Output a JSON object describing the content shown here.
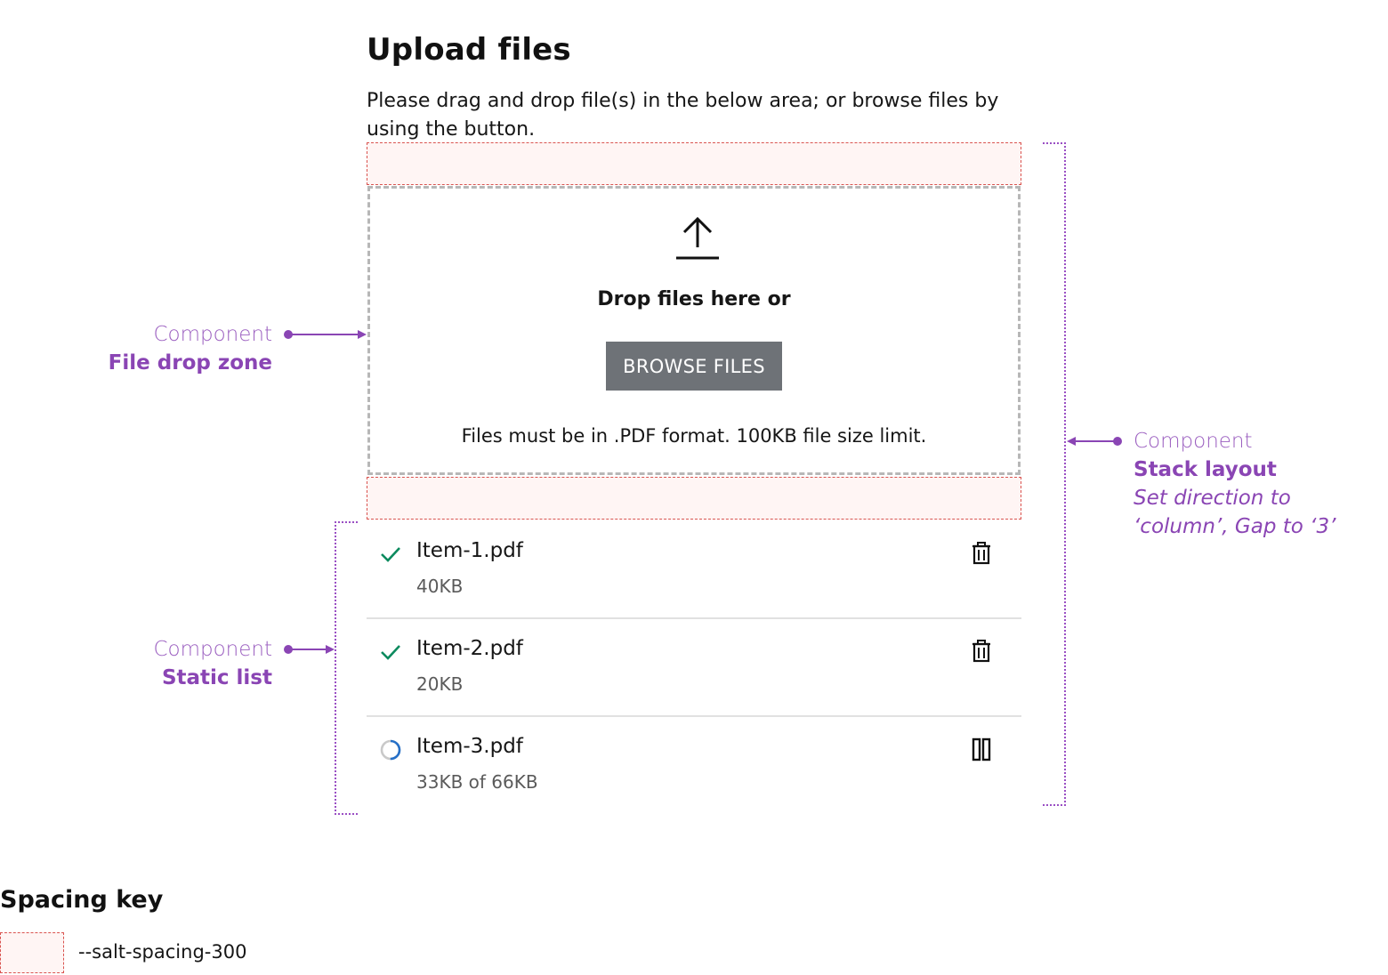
{
  "header": {
    "title": "Upload files",
    "description": "Please drag and drop file(s) in the below area; or browse files by using the button."
  },
  "dropzone": {
    "icon": "upload-icon",
    "drop_label": "Drop files here or",
    "browse_label": "BROWSE FILES",
    "format_note": "Files must be in .PDF format. 100KB file size limit."
  },
  "files": [
    {
      "name": "Item-1.pdf",
      "size": "40KB",
      "status": "complete",
      "action_icon": "trash-icon"
    },
    {
      "name": "Item-2.pdf",
      "size": "20KB",
      "status": "complete",
      "action_icon": "trash-icon"
    },
    {
      "name": "Item-3.pdf",
      "size": "33KB of 66KB",
      "status": "uploading",
      "progress": 0.5,
      "action_icon": "pause-icon"
    }
  ],
  "annotations": {
    "dropzone": {
      "kind": "Component",
      "name": "File drop zone"
    },
    "list": {
      "kind": "Component",
      "name": "Static list"
    },
    "stack": {
      "kind": "Component",
      "name": "Stack layout",
      "note_line1": "Set direction to",
      "note_line2": "‘column’, Gap to ‘3’"
    }
  },
  "spacing_key": {
    "title": "Spacing key",
    "items": [
      {
        "label": "--salt-spacing-300"
      }
    ]
  },
  "colors": {
    "accent_purple": "#8a45b4",
    "spacing_fill": "#fff5f4",
    "spacing_border": "#d9534f",
    "button_bg": "#6e7277",
    "success_green": "#0c8a5e",
    "progress_blue": "#2670c8"
  }
}
